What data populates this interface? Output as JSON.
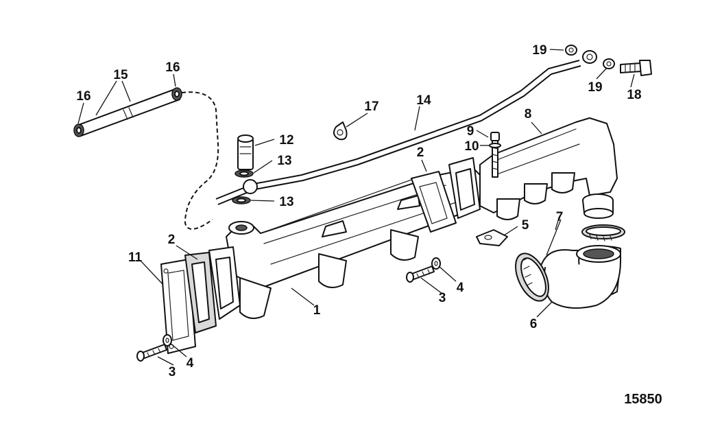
{
  "figure": {
    "reference_number": "15850"
  },
  "callouts": {
    "c1": "1",
    "c2a": "2",
    "c2b": "2",
    "c3a": "3",
    "c3b": "3",
    "c4a": "4",
    "c4b": "4",
    "c5": "5",
    "c6": "6",
    "c7": "7",
    "c8": "8",
    "c9": "9",
    "c10": "10",
    "c11": "11",
    "c12": "12",
    "c13a": "13",
    "c13b": "13",
    "c14": "14",
    "c15": "15",
    "c16a": "16",
    "c16b": "16",
    "c17": "17",
    "c18": "18",
    "c19a": "19",
    "c19b": "19"
  },
  "colors": {
    "ink": "#111111",
    "paper": "#ffffff",
    "shade": "#d9d9d9"
  }
}
